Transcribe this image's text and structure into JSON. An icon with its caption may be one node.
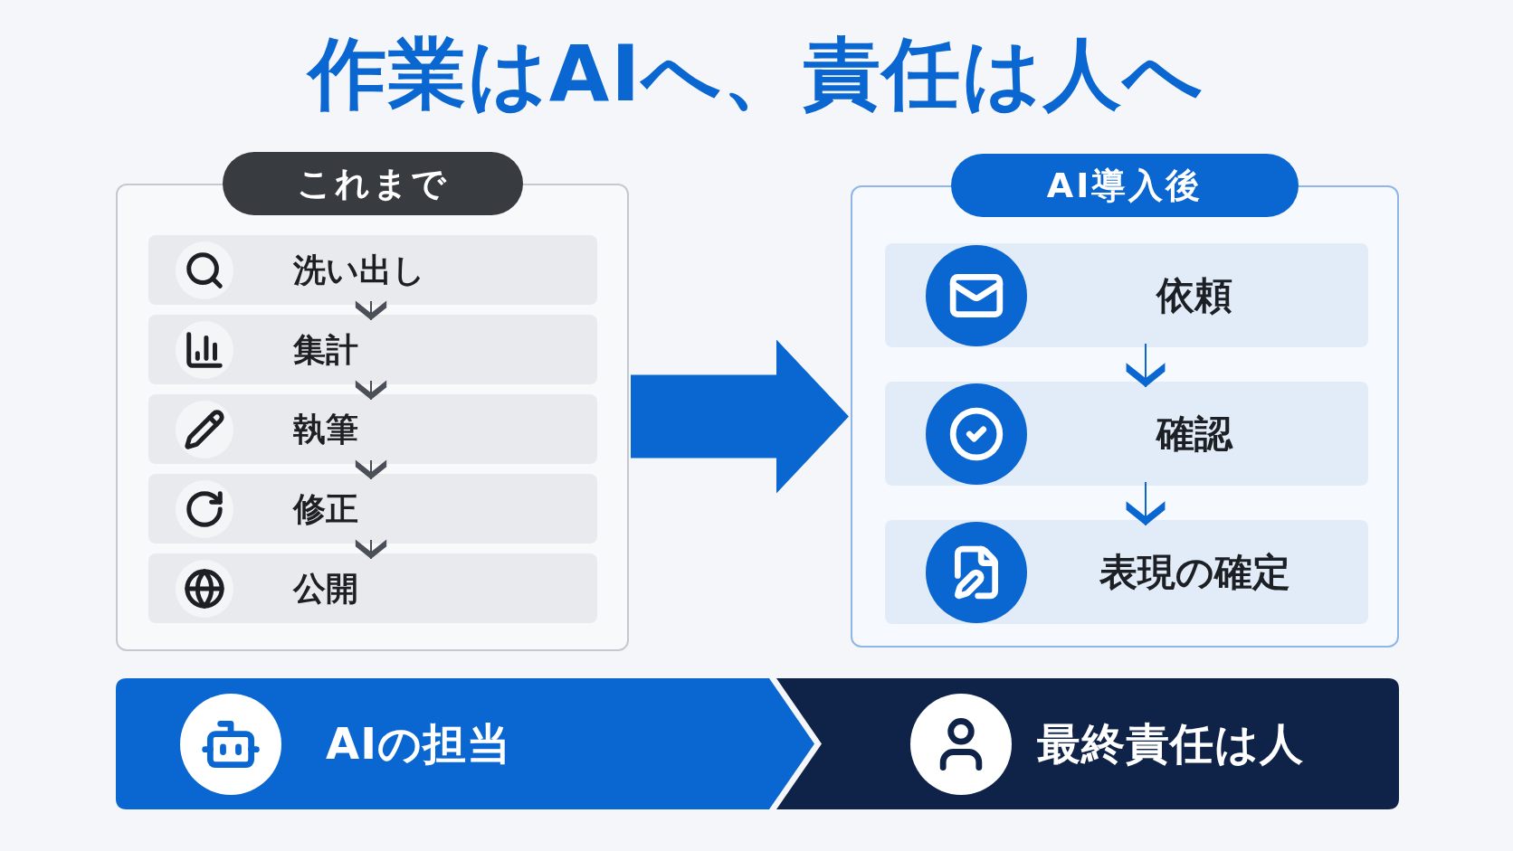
{
  "diagram": {
    "title": "作業はAIへ、責任は人へ",
    "nodes": [
      {
        "text": [
          "これまで"
        ]
      },
      {
        "text": [
          "洗い出し"
        ],
        "in": 0
      },
      {
        "text": [
          "集計"
        ],
        "in": 0
      },
      {
        "text": [
          "執筆"
        ],
        "in": 0
      },
      {
        "text": [
          "修正"
        ],
        "in": 0
      },
      {
        "text": [
          "公開"
        ],
        "in": 0
      },
      {
        "text": [
          "AI導入後"
        ]
      },
      {
        "text": [
          "依頼"
        ],
        "in": 6
      },
      {
        "text": [
          "確認"
        ],
        "in": 6
      },
      {
        "text": [
          "表現の確定"
        ],
        "in": 6
      },
      {
        "text": [
          "AIの担当"
        ]
      },
      {
        "text": [
          "最終責任は人"
        ]
      }
    ],
    "edges": [
      {
        "from": 1,
        "to": 2,
        "arrow": "to"
      },
      {
        "from": 2,
        "to": 3,
        "arrow": "to"
      },
      {
        "from": 3,
        "to": 4,
        "arrow": "to"
      },
      {
        "from": 4,
        "to": 5,
        "arrow": "to"
      },
      {
        "from": 0,
        "to": 6,
        "arrow": "to",
        "style": "thick",
        "color": "#0a66d0"
      },
      {
        "from": 7,
        "to": 8,
        "arrow": "to",
        "color": "#0a66d0"
      },
      {
        "from": 8,
        "to": 9,
        "arrow": "to",
        "color": "#0a66d0"
      }
    ]
  }
}
